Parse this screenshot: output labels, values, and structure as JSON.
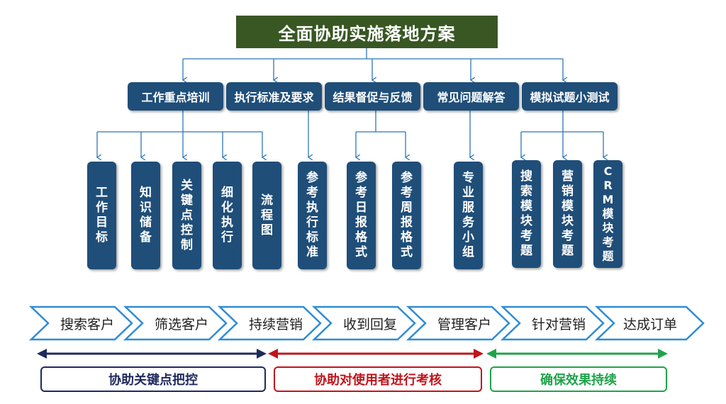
{
  "title": "全面协助实施落地方案",
  "categories": [
    {
      "label": "工作重点培训"
    },
    {
      "label": "执行标准及要求"
    },
    {
      "label": "结果督促与反馈"
    },
    {
      "label": "常见问题解答"
    },
    {
      "label": "模拟试题小测试"
    }
  ],
  "leaves": [
    {
      "label": "工作目标"
    },
    {
      "label": "知识储备"
    },
    {
      "label": "关键点控制"
    },
    {
      "label": "细化执行"
    },
    {
      "label": "流程图"
    },
    {
      "label": "参考执行标准"
    },
    {
      "label": "参考日报格式"
    },
    {
      "label": "参考周报格式"
    },
    {
      "label": "专业服务小组"
    },
    {
      "label": "搜索模块考题"
    },
    {
      "label": "营销模块考题"
    },
    {
      "label": "CRM模块考题"
    }
  ],
  "process_steps": [
    "搜索客户",
    "筛选客户",
    "持续营销",
    "收到回复",
    "管理客户",
    "针对营销",
    "达成订单"
  ],
  "phases": [
    {
      "label": "协助关键点把控",
      "color": "#1f2a5c"
    },
    {
      "label": "协助对使用者进行考核",
      "color": "#c0141c"
    },
    {
      "label": "确保效果持续",
      "color": "#1fa34a"
    }
  ],
  "colors": {
    "title_bg": "#385723",
    "box_bg": "#1f4e79",
    "connector": "#2e75b6",
    "chevron_border": "#2e8bd6"
  }
}
